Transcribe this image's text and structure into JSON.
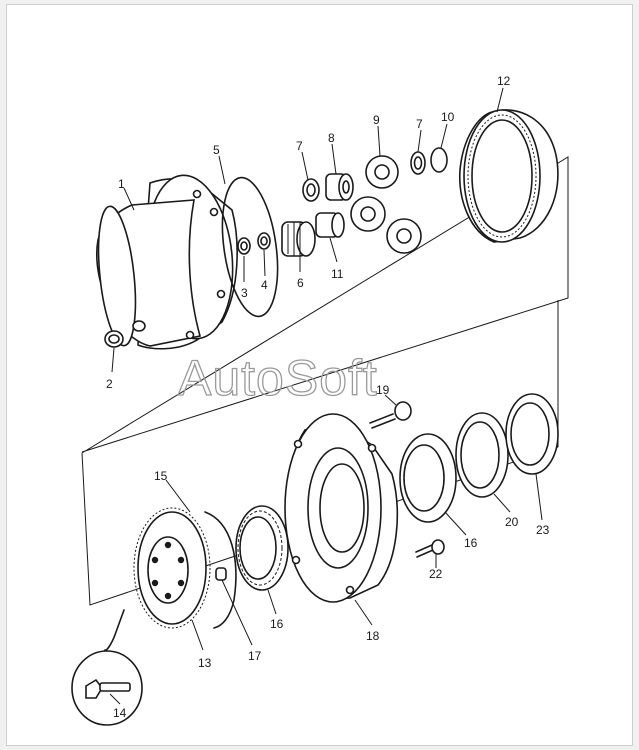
{
  "watermark": "AutoSoft",
  "callouts": {
    "c1": "1",
    "c2": "2",
    "c3": "3",
    "c4": "4",
    "c5": "5",
    "c6": "6",
    "c7a": "7",
    "c7b": "7",
    "c8": "8",
    "c9": "9",
    "c10": "10",
    "c11": "11",
    "c12": "12",
    "c13": "13",
    "c14": "14",
    "c15": "15",
    "c16a": "16",
    "c16b": "16",
    "c17": "17",
    "c18": "18",
    "c19": "19",
    "c20": "20",
    "c22": "22",
    "c23": "23"
  }
}
